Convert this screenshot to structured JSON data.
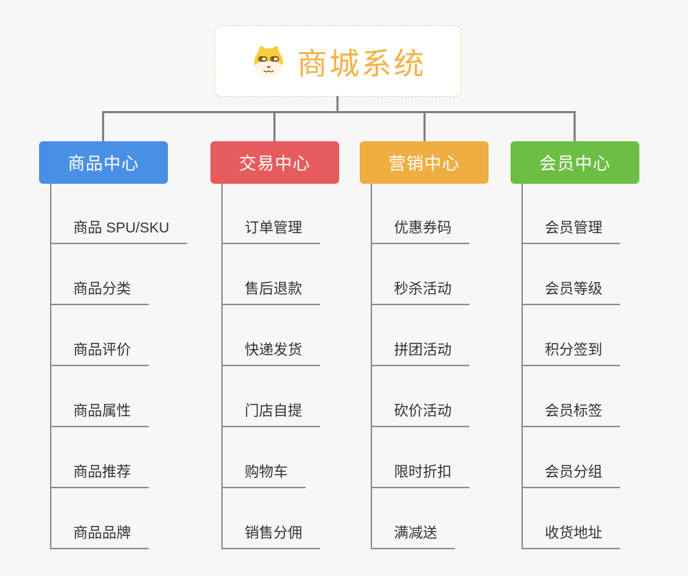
{
  "page": {
    "background_color": "#f7f7f7",
    "connector_color": "#7e7e7e"
  },
  "root": {
    "title": "商城系统",
    "icon": "dog-face-icon",
    "text_color": "#f4b147",
    "border_color": "#f6cf93"
  },
  "branches": [
    {
      "label": "商品中心",
      "color": "#4a8fe6",
      "items": [
        "商品 SPU/SKU",
        "商品分类",
        "商品评价",
        "商品属性",
        "商品推荐",
        "商品品牌"
      ]
    },
    {
      "label": "交易中心",
      "color": "#e65c5c",
      "items": [
        "订单管理",
        "售后退款",
        "快递发货",
        "门店自提",
        "购物车",
        "销售分佣"
      ]
    },
    {
      "label": "营销中心",
      "color": "#efae41",
      "items": [
        "优惠券码",
        "秒杀活动",
        "拼团活动",
        "砍价活动",
        "限时折扣",
        "满减送"
      ]
    },
    {
      "label": "会员中心",
      "color": "#6dbe45",
      "items": [
        "会员管理",
        "会员等级",
        "积分签到",
        "会员标签",
        "会员分组",
        "收货地址"
      ]
    }
  ]
}
